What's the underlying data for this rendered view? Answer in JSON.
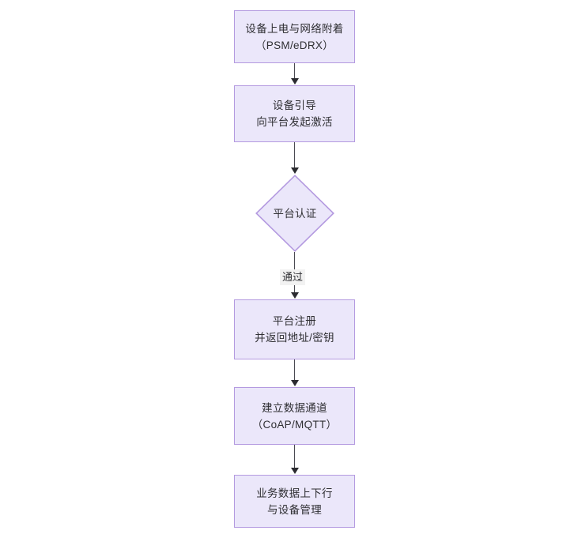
{
  "diagram": {
    "type": "flowchart",
    "orientation": "top-to-bottom",
    "colors": {
      "node_fill": "#ebe7fa",
      "node_border": "#b49ae0",
      "text": "#2f2f33",
      "connector": "#4a4a52",
      "edge_label_background": "#f2f2f2",
      "canvas_background": "#ffffff"
    },
    "nodes": [
      {
        "id": "n1",
        "shape": "rectangle",
        "lines": [
          "设备上电与网络附着",
          "（PSM/eDRX）"
        ]
      },
      {
        "id": "n2",
        "shape": "rectangle",
        "lines": [
          "设备引导",
          "向平台发起激活"
        ]
      },
      {
        "id": "n3",
        "shape": "diamond",
        "lines": [
          "平台认证"
        ]
      },
      {
        "id": "n4",
        "shape": "rectangle",
        "lines": [
          "平台注册",
          "并返回地址/密钥"
        ]
      },
      {
        "id": "n5",
        "shape": "rectangle",
        "lines": [
          "建立数据通道",
          "（CoAP/MQTT）"
        ]
      },
      {
        "id": "n6",
        "shape": "rectangle",
        "lines": [
          "业务数据上下行",
          "与设备管理"
        ]
      }
    ],
    "edges": [
      {
        "id": "e1",
        "from": "n1",
        "to": "n2",
        "label": ""
      },
      {
        "id": "e2",
        "from": "n2",
        "to": "n3",
        "label": ""
      },
      {
        "id": "e3",
        "from": "n3",
        "to": "n4",
        "label": "通过"
      },
      {
        "id": "e4",
        "from": "n4",
        "to": "n5",
        "label": ""
      },
      {
        "id": "e5",
        "from": "n5",
        "to": "n6",
        "label": ""
      }
    ]
  }
}
